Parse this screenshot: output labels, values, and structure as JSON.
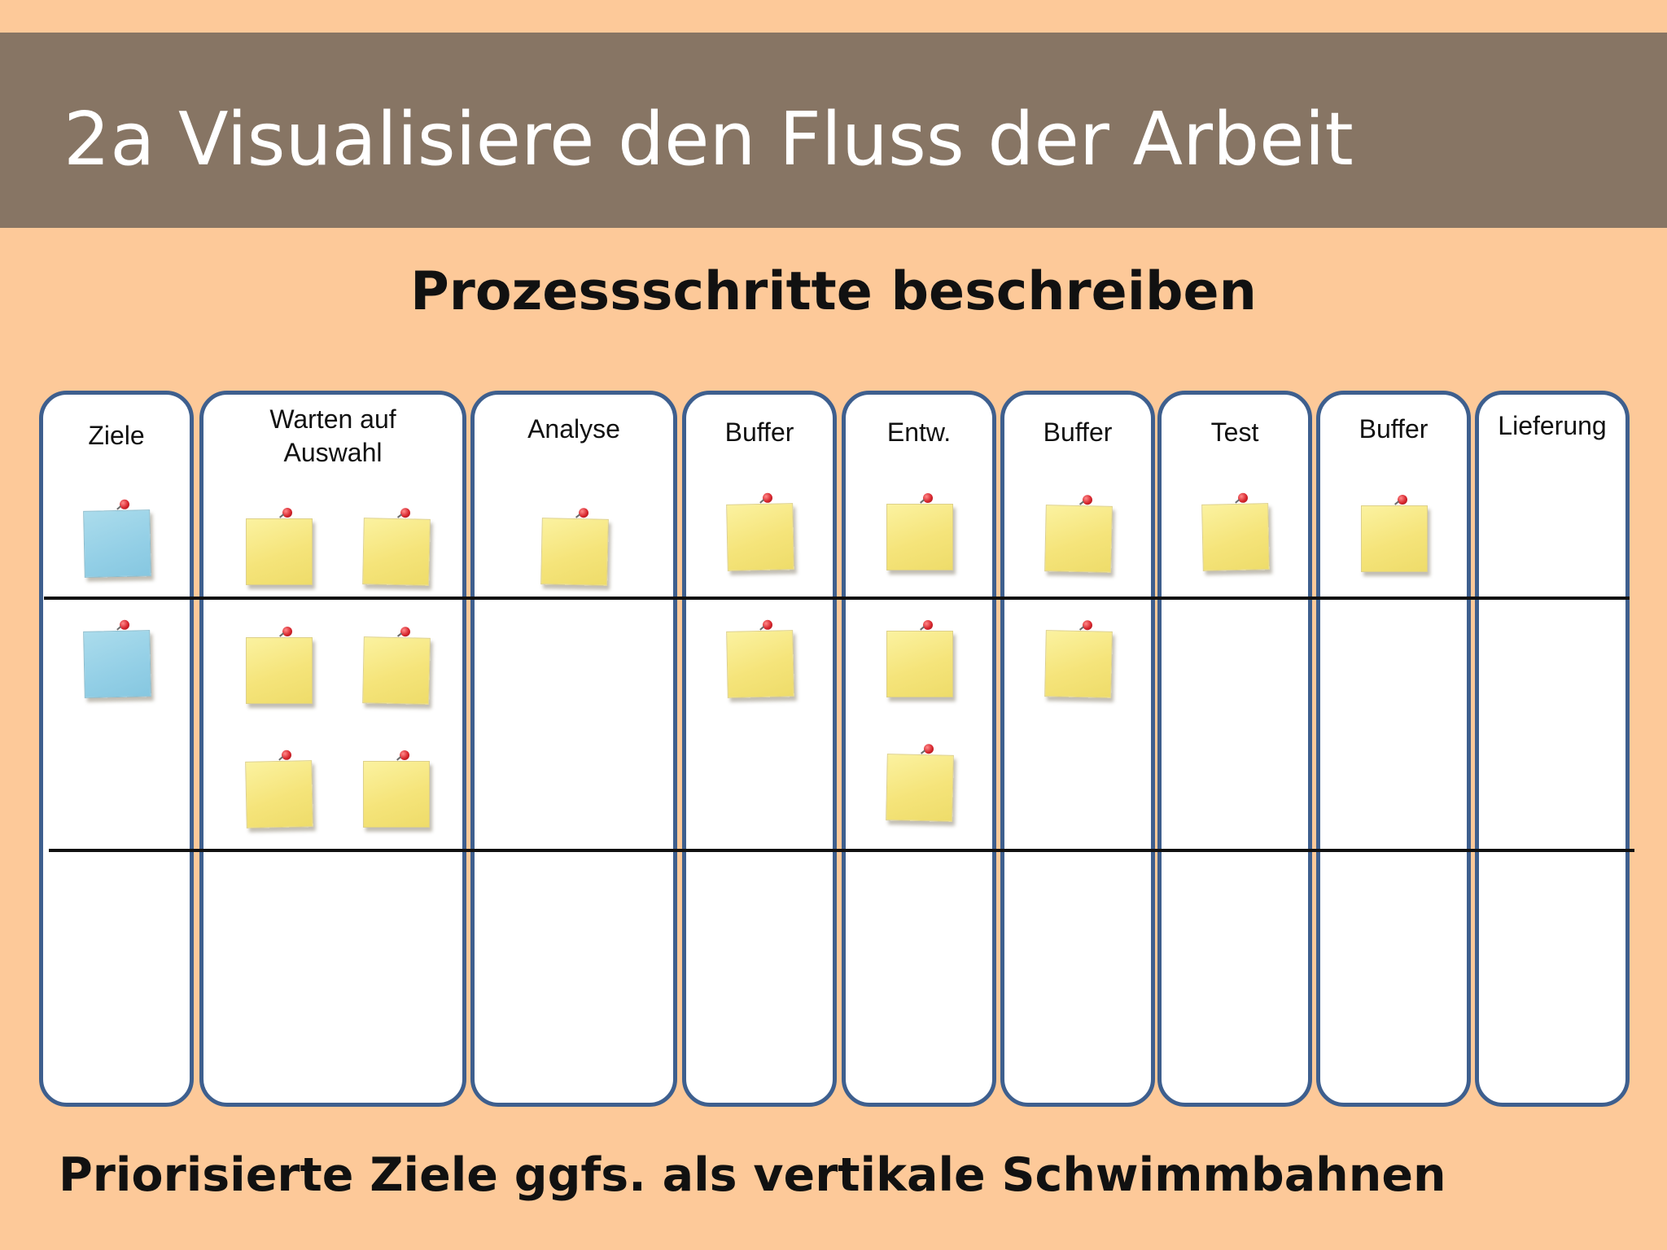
{
  "header": {
    "title": "2a Visualisiere den Fluss der Arbeit",
    "subtitle": "Prozessschritte beschreiben"
  },
  "footer": {
    "note": "Priorisierte Ziele ggfs. als vertikale Schwimmbahnen"
  },
  "board": {
    "columns": [
      {
        "label": "Ziele",
        "cards": [
          {
            "lane": 1,
            "count": 1,
            "color": "blue"
          },
          {
            "lane": 2,
            "count": 1,
            "color": "blue"
          }
        ]
      },
      {
        "label": "Warten auf\nAuswahl",
        "cards": [
          {
            "lane": 1,
            "count": 2,
            "color": "yellow"
          },
          {
            "lane": 2,
            "count": 4,
            "color": "yellow"
          }
        ]
      },
      {
        "label": "Analyse",
        "cards": [
          {
            "lane": 1,
            "count": 1,
            "color": "yellow"
          }
        ]
      },
      {
        "label": "Buffer",
        "cards": [
          {
            "lane": 1,
            "count": 1,
            "color": "yellow"
          },
          {
            "lane": 2,
            "count": 1,
            "color": "yellow"
          }
        ]
      },
      {
        "label": "Entw.",
        "cards": [
          {
            "lane": 1,
            "count": 1,
            "color": "yellow"
          },
          {
            "lane": 2,
            "count": 2,
            "color": "yellow"
          }
        ]
      },
      {
        "label": "Buffer",
        "cards": [
          {
            "lane": 1,
            "count": 1,
            "color": "yellow"
          },
          {
            "lane": 2,
            "count": 1,
            "color": "yellow"
          }
        ]
      },
      {
        "label": "Test",
        "cards": [
          {
            "lane": 1,
            "count": 1,
            "color": "yellow"
          }
        ]
      },
      {
        "label": "Buffer",
        "cards": [
          {
            "lane": 1,
            "count": 1,
            "color": "yellow"
          }
        ]
      },
      {
        "label": "Lieferung",
        "cards": []
      }
    ],
    "colors": {
      "background": "#fdc999",
      "title_bar": "#877564",
      "column_border": "#3e5f8e",
      "sticky_yellow": "#f5e47a",
      "sticky_blue": "#93cfe6",
      "pin": "#d8262e"
    }
  }
}
